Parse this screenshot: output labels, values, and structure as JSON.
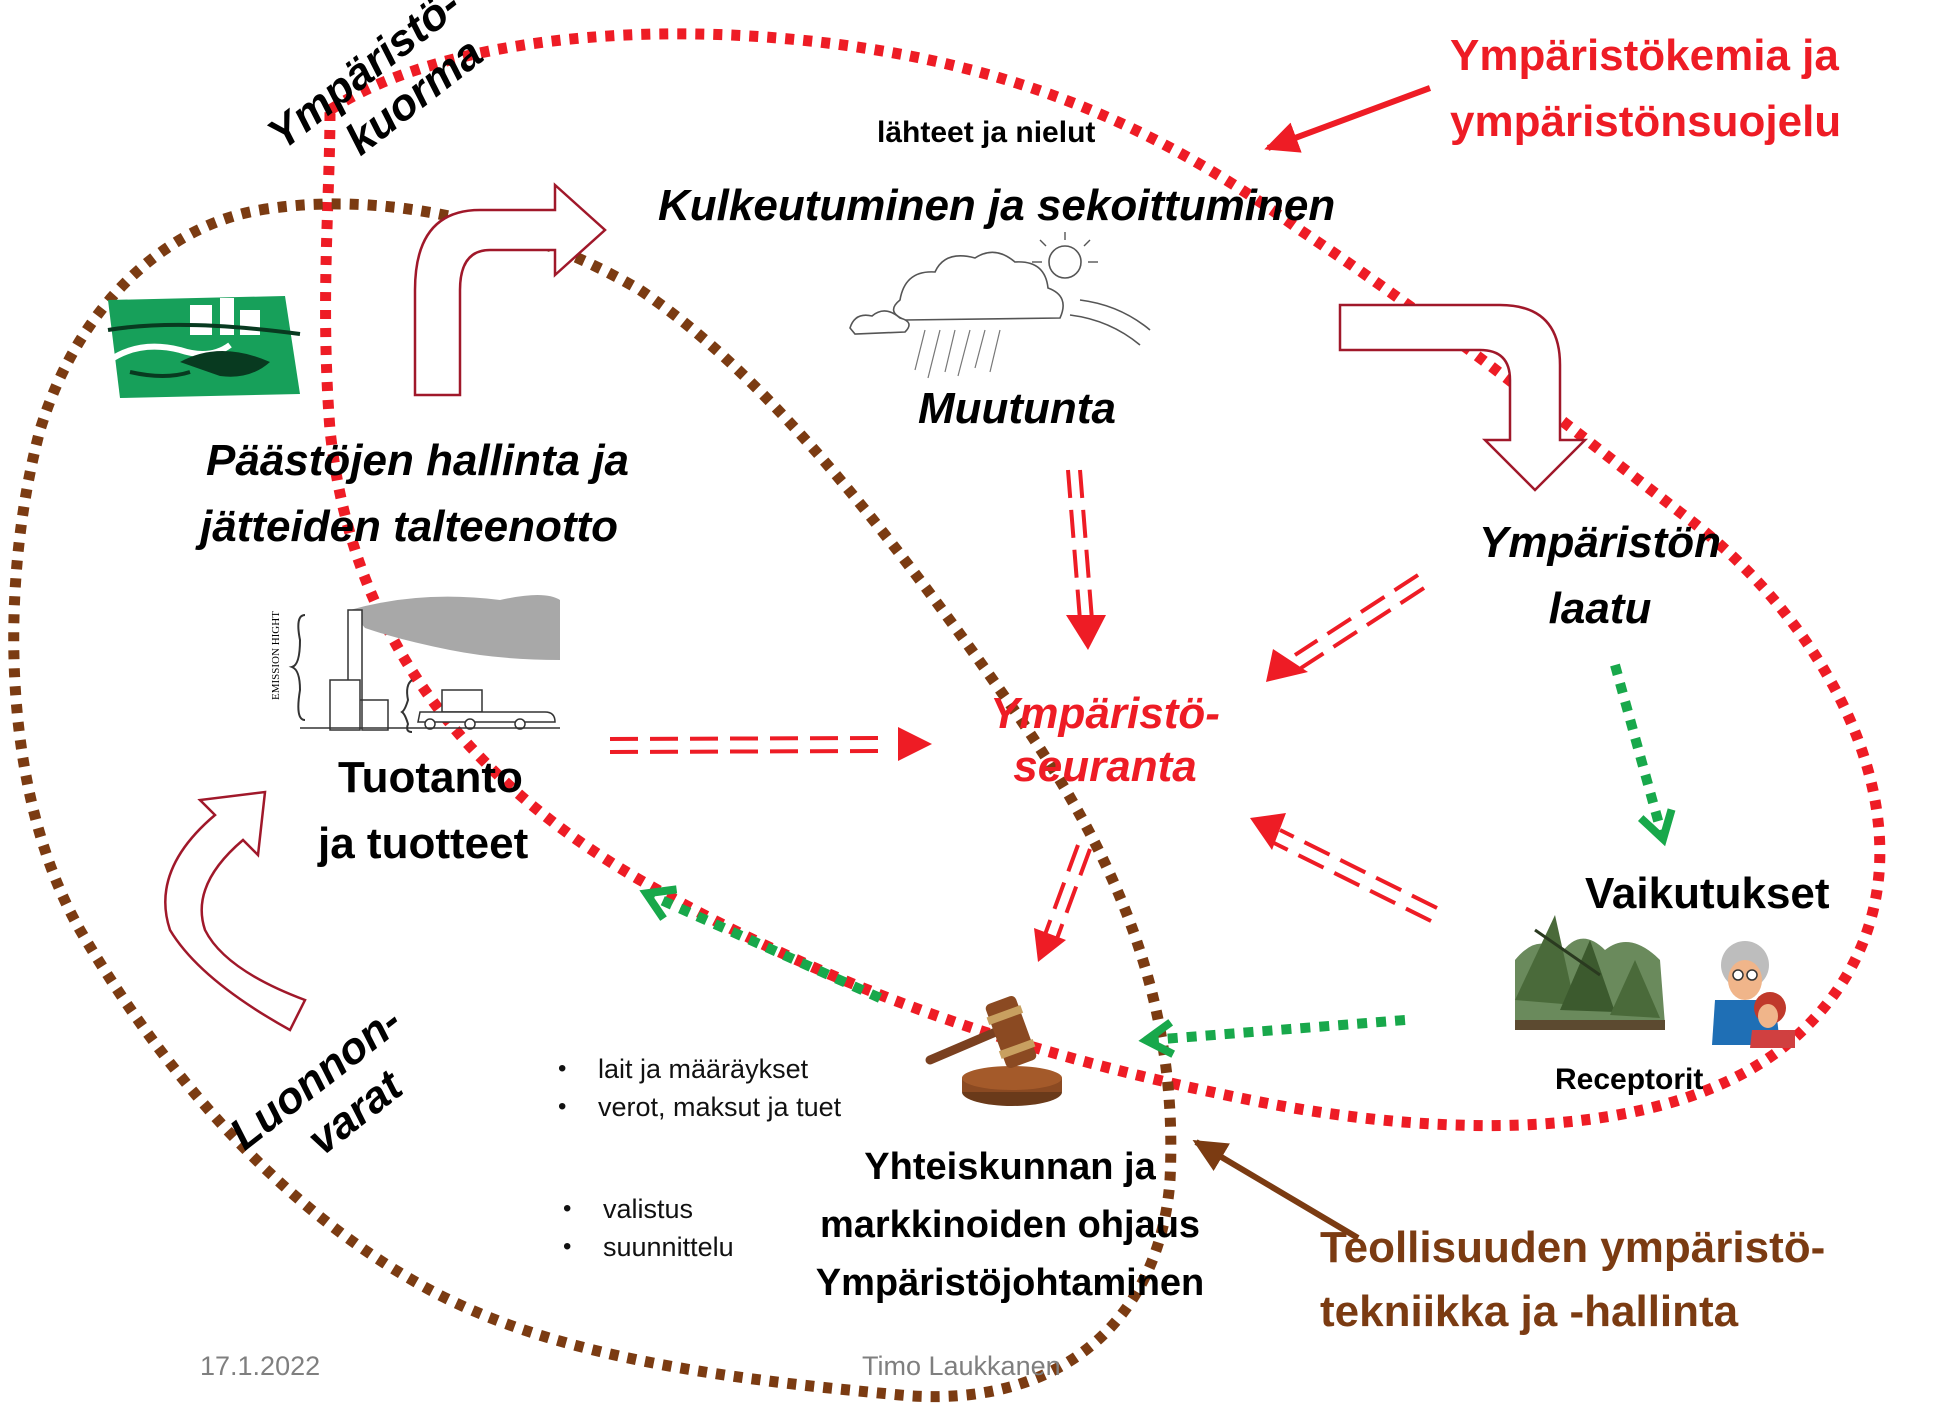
{
  "colors": {
    "red": "#ee1c25",
    "brown": "#7b3b12",
    "green": "#18a84b",
    "darkred": "#a0182a",
    "text": "#000000",
    "gray": "#7f7f7f"
  },
  "headings": {
    "chemistry": [
      "Ympäristökemia ja",
      "ympäristönsuojelu"
    ],
    "industry": [
      "Teollisuuden ympäristö-",
      "tekniikka ja -hallinta"
    ]
  },
  "labels": {
    "sources": "lähteet ja nielut",
    "transport": "Kulkeutuminen ja sekoittuminen",
    "change": "Muutunta",
    "quality": [
      "Ympäristön",
      "laatu"
    ],
    "monitoring": [
      "Ympäristö-",
      "seuranta"
    ],
    "emissions": [
      "Päästöjen hallinta ja",
      "jätteiden talteenotto"
    ],
    "production": [
      "Tuotanto",
      "ja tuotteet"
    ],
    "effects": "Vaikutukset",
    "receptors": "Receptorit",
    "load": [
      "Ympäristö-",
      "kuorma"
    ],
    "resources": [
      "Luonnon-",
      "varat"
    ],
    "governance": [
      "Yhteiskunnan ja",
      "markkinoiden ohjaus",
      "Ympäristöjohtaminen"
    ],
    "emission_height": "EMISSION HIGHT"
  },
  "bullets": {
    "group1": [
      "lait ja määräykset",
      "verot, maksut ja tuet"
    ],
    "group2": [
      "valistus",
      "suunnittelu"
    ]
  },
  "footer": {
    "date": "17.1.2022",
    "author": "Timo Laukkanen"
  },
  "icons": [
    "city-icon",
    "weather-cloud-sun-icon",
    "factory-traffic-icon",
    "forest-damage-icon",
    "hugging-people-icon",
    "gavel-icon"
  ]
}
